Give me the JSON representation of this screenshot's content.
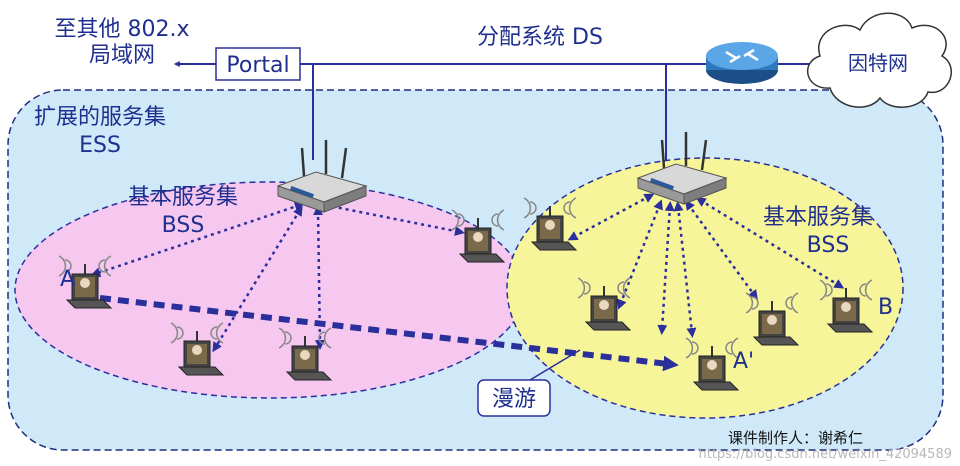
{
  "labels": {
    "to_other_line1": "至其他 802.x",
    "to_other_line2": "局域网",
    "portal": "Portal",
    "ds": "分配系统 DS",
    "internet": "因特网",
    "ess_line1": "扩展的服务集",
    "ess_line2": "ESS",
    "bss_left_line1": "基本服务集",
    "bss_left_line2": "BSS",
    "bss_right_line1": "基本服务集",
    "bss_right_line2": "BSS",
    "station_a": "A",
    "station_a_prime": "A'",
    "station_b": "B",
    "roaming": "漫游",
    "credit": "课件制作人：谢希仁",
    "watermark": "https://blog.csdn.net/weixin_42094589"
  },
  "colors": {
    "ess_fill": "#cfe9f8",
    "bss_left_fill": "#f7c8ef",
    "bss_right_fill": "#f7f59a",
    "line": "#2b2f9c",
    "text": "#1f2f8f"
  }
}
